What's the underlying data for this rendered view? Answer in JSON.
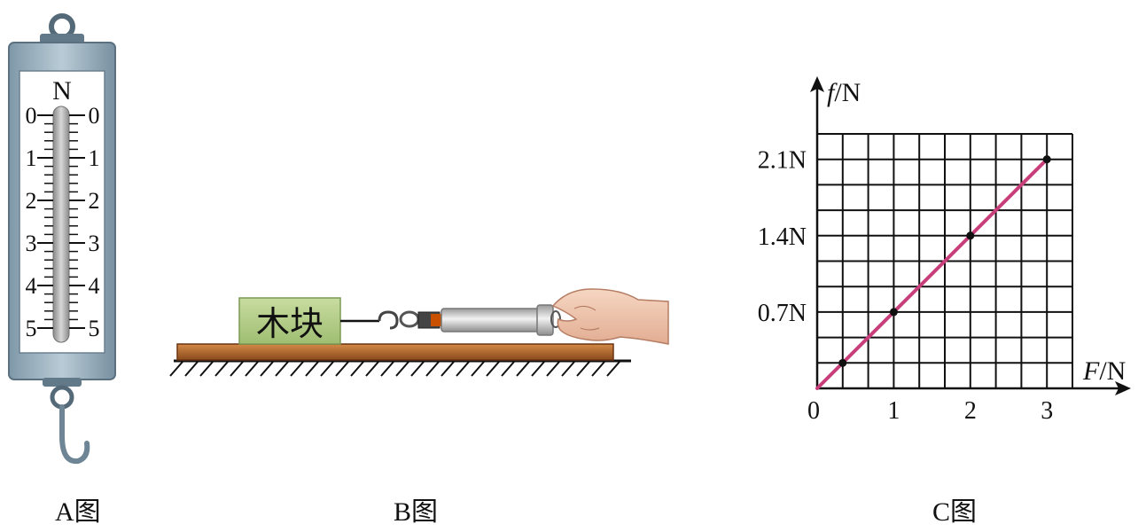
{
  "figure_a": {
    "caption": "A图",
    "unit": "N",
    "scale_labels_left": [
      "0",
      "1",
      "2",
      "3",
      "4",
      "5"
    ],
    "scale_labels_right": [
      "0",
      "1",
      "2",
      "3",
      "4",
      "5"
    ]
  },
  "figure_b": {
    "caption": "B图",
    "block_label": "木块"
  },
  "figure_c": {
    "caption": "C图",
    "chart_data": {
      "type": "line",
      "title": "",
      "xlabel_italic": "F",
      "xlabel_unit": "/N",
      "ylabel_italic": "f",
      "ylabel_unit": "/N",
      "origin_label": "0",
      "x_ticks": [
        "1",
        "2",
        "3"
      ],
      "y_ticks": [
        "0.7N",
        "1.4N",
        "2.1N"
      ],
      "xlim": [
        0,
        3.333
      ],
      "ylim": [
        0,
        2.333
      ],
      "grid": true,
      "series": [
        {
          "points": [
            {
              "x": 0.333,
              "y": 0.233
            },
            {
              "x": 1.0,
              "y": 0.7
            },
            {
              "x": 2.0,
              "y": 1.4
            },
            {
              "x": 3.0,
              "y": 2.1
            }
          ],
          "fit_line": [
            [
              0,
              0
            ],
            [
              3.0,
              2.1
            ]
          ],
          "color": "#c83e7a"
        }
      ]
    }
  }
}
